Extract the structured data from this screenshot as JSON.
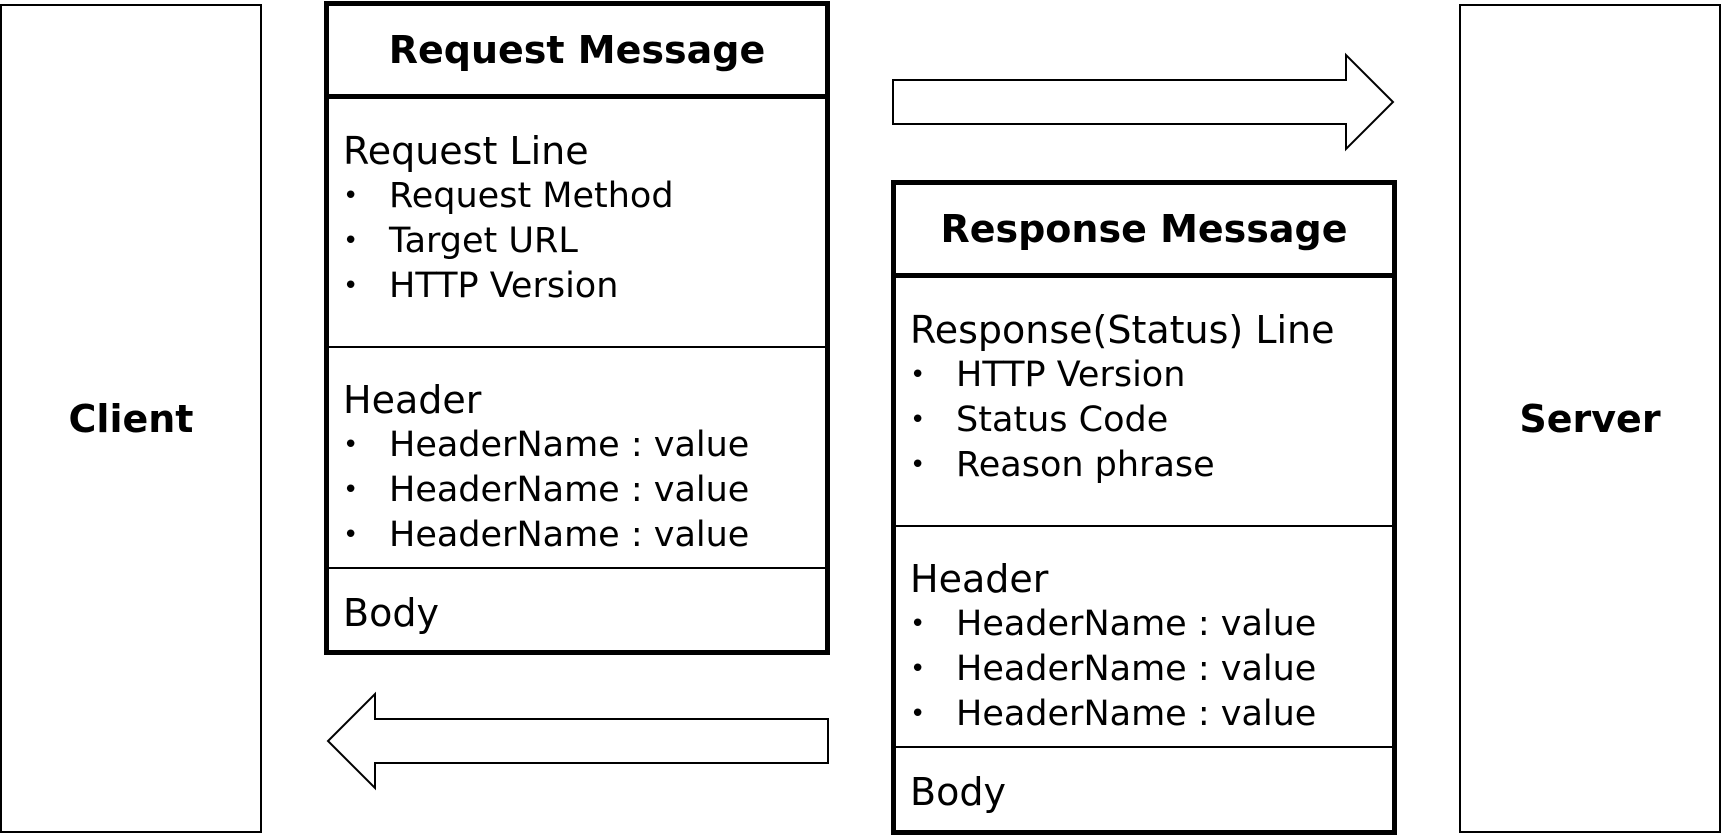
{
  "client": {
    "label": "Client"
  },
  "server": {
    "label": "Server"
  },
  "request": {
    "title": "Request Message",
    "line": {
      "title": "Request Line",
      "items": [
        "Request Method",
        "Target URL",
        "HTTP Version"
      ]
    },
    "header": {
      "title": "Header",
      "items": [
        "HeaderName : value",
        "HeaderName : value",
        "HeaderName : value"
      ]
    },
    "body": {
      "title": "Body"
    }
  },
  "response": {
    "title": "Response Message",
    "line": {
      "title": "Response(Status) Line",
      "items": [
        "HTTP Version",
        "Status Code",
        "Reason phrase"
      ]
    },
    "header": {
      "title": "Header",
      "items": [
        "HeaderName : value",
        "HeaderName : value",
        "HeaderName : value"
      ]
    },
    "body": {
      "title": "Body"
    }
  },
  "arrows": {
    "request_direction": "right",
    "response_direction": "left"
  }
}
